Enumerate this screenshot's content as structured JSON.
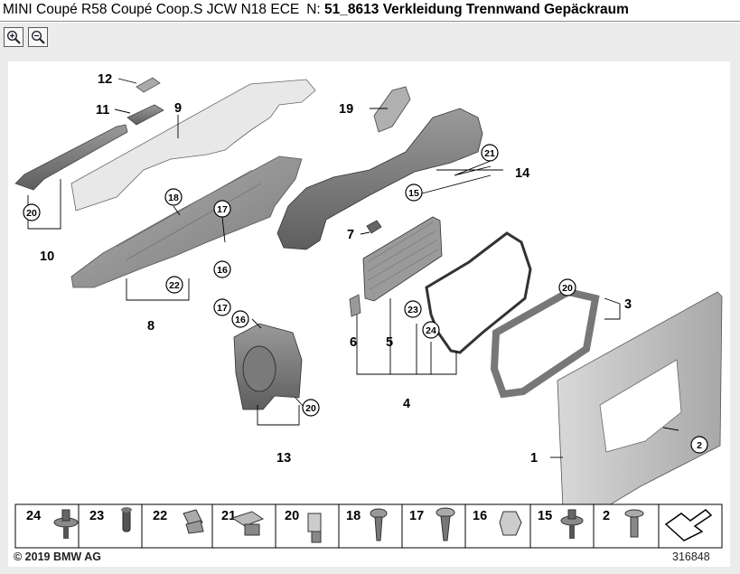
{
  "header": {
    "model": "MINI Coupé R58 Coupé Coop.S JCW N18 ECE",
    "node_prefix": "N:",
    "group_title": "51_8613 Verkleidung Trennwand Gepäckraum"
  },
  "toolbar": {
    "zoom_in_icon": "zoom-in-icon",
    "zoom_out_icon": "zoom-out-icon"
  },
  "diagram": {
    "callouts": [
      "1",
      "2",
      "3",
      "4",
      "5",
      "6",
      "7",
      "8",
      "9",
      "10",
      "11",
      "12",
      "13",
      "14",
      "15",
      "16",
      "17",
      "18",
      "19",
      "20",
      "21",
      "22",
      "23",
      "24"
    ],
    "copyright": "© 2019 BMW AG",
    "image_number": "316848"
  },
  "fasteners": [
    "24",
    "23",
    "22",
    "21",
    "20",
    "18",
    "17",
    "16",
    "15",
    "2"
  ]
}
